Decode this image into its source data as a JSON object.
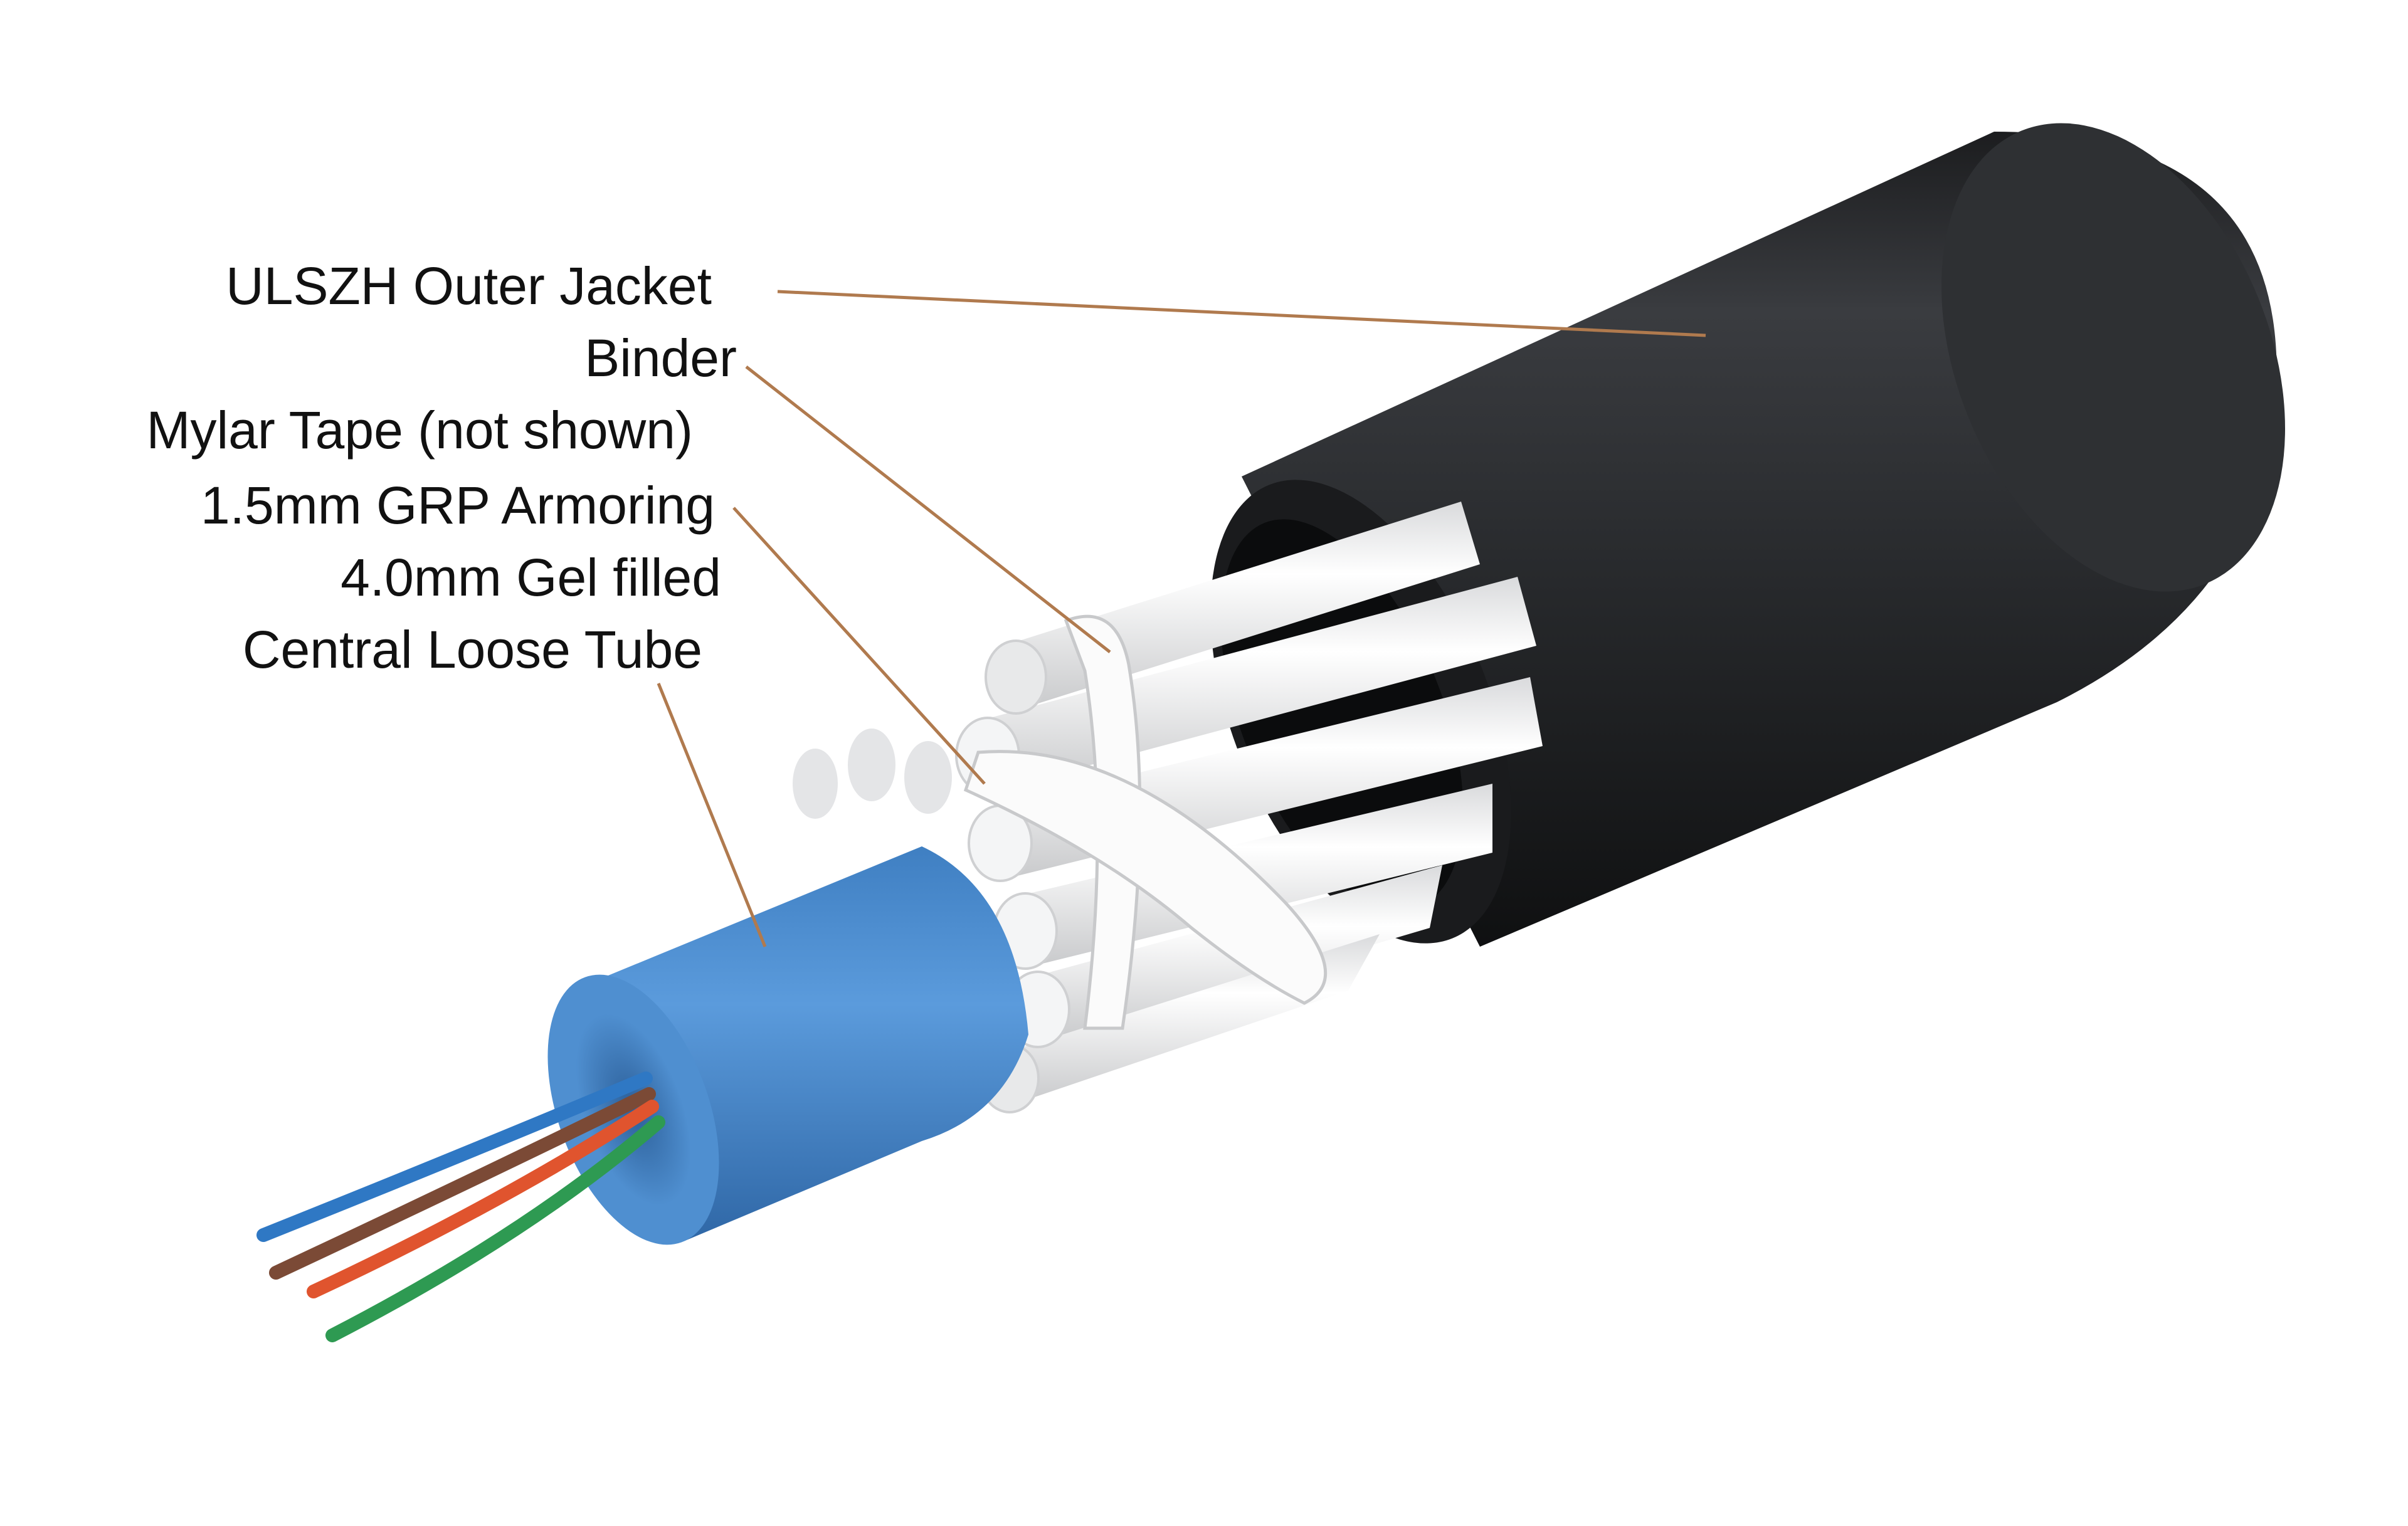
{
  "diagram": {
    "labels": {
      "outer_jacket": "ULSZH Outer Jacket",
      "binder": "Binder",
      "mylar_tape": "Mylar Tape (not shown)",
      "grp_armoring": "1.5mm GRP Armoring",
      "loose_tube_line1": "4.0mm Gel filled",
      "loose_tube_line2": "Central Loose Tube"
    },
    "colors": {
      "background": "#ffffff",
      "jacket": "#2b2d30",
      "jacket_inner": "#0e0f10",
      "armoring": "#f1f2f3",
      "loose_tube": "#4f8fd0",
      "leader_line": "#b07a4e",
      "fiber_blue": "#2f78c4",
      "fiber_brown": "#7b4a36",
      "fiber_red": "#e0542e",
      "fiber_green": "#2e9a52"
    }
  }
}
